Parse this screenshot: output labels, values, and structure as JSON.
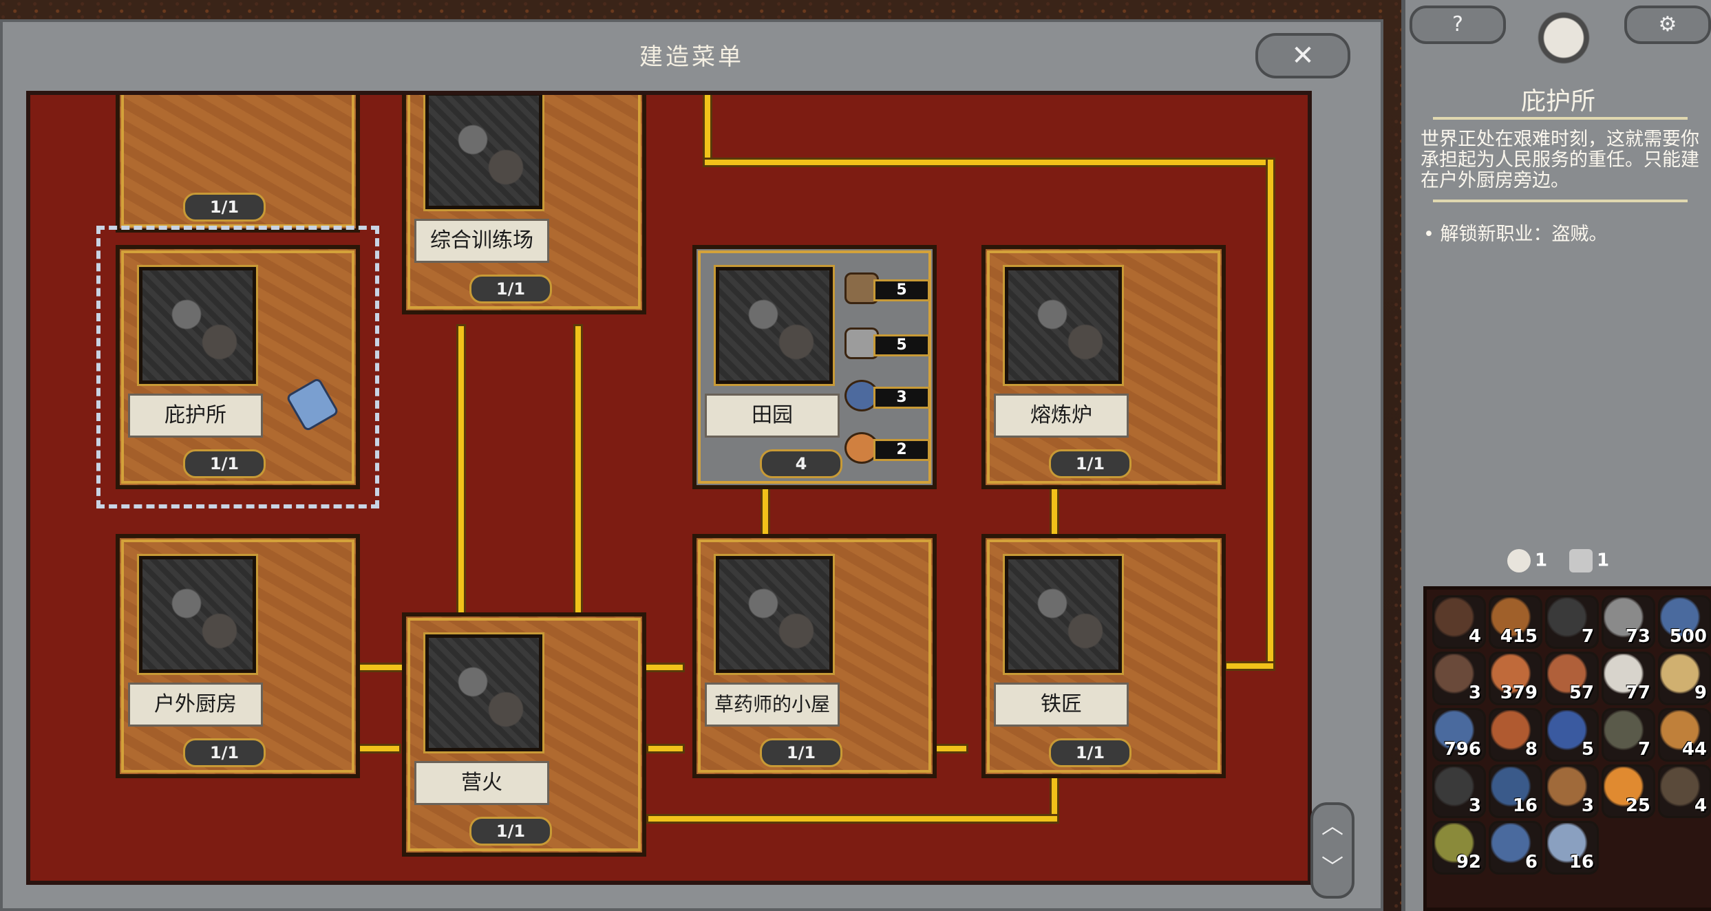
{
  "window": {
    "title": "建造菜单",
    "close_icon": "✕"
  },
  "scroll": {
    "up": "︿",
    "down": "﹀"
  },
  "cards": [
    {
      "id": "top-left",
      "label": "",
      "count": "1/1"
    },
    {
      "id": "training",
      "label": "综合训练场",
      "count": "1/1"
    },
    {
      "id": "shelter",
      "label": "庇护所",
      "count": "1/1"
    },
    {
      "id": "farm",
      "label": "田园",
      "count": "4"
    },
    {
      "id": "smelter",
      "label": "熔炼炉",
      "count": "1/1"
    },
    {
      "id": "kitchen",
      "label": "户外厨房",
      "count": "1/1"
    },
    {
      "id": "campfire",
      "label": "营火",
      "count": "1/1"
    },
    {
      "id": "herbalist",
      "label": "草药师的小屋",
      "count": "1/1"
    },
    {
      "id": "smith",
      "label": "铁匠",
      "count": "1/1"
    }
  ],
  "farm_cost": [
    "5",
    "5",
    "3",
    "2"
  ],
  "panel": {
    "help_icon": "?",
    "settings_icon": "⚙",
    "title": "庇护所",
    "desc1": "世界正处在艰难时刻，这就需要你",
    "desc2": "承担起为人民服务的重任。只能建",
    "desc3": "在户外厨房旁边。",
    "bullet": "• 解锁新职业：盗贼。",
    "stat1": "1",
    "stat2": "1"
  },
  "inventory": [
    "4",
    "415",
    "7",
    "73",
    "500",
    "3",
    "379",
    "57",
    "77",
    "9",
    "796",
    "8",
    "5",
    "7",
    "44",
    "3",
    "16",
    "3",
    "25",
    "4",
    "92",
    "6",
    "16"
  ],
  "colors": {
    "board": "#7d1c12",
    "connector": "#f1c21a",
    "frame": "#8c8f92"
  }
}
